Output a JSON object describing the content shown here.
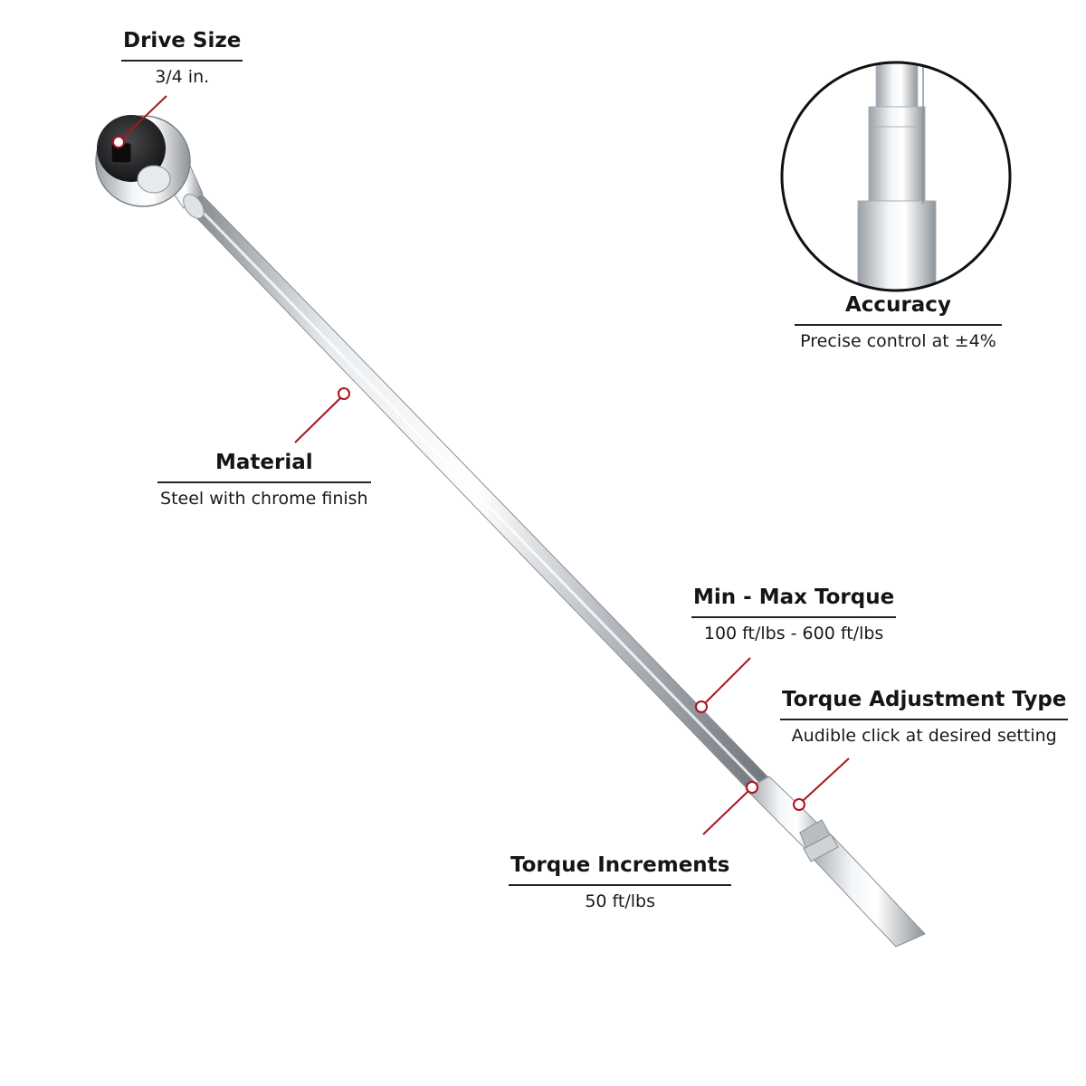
{
  "callouts": {
    "drive_size": {
      "title": "Drive Size",
      "desc": "3/4 in."
    },
    "accuracy": {
      "title": "Accuracy",
      "desc": "Precise control at ±4%"
    },
    "material": {
      "title": "Material",
      "desc": "Steel with chrome finish"
    },
    "min_max_torque": {
      "title": "Min - Max Torque",
      "desc": "100 ft/lbs - 600 ft/lbs"
    },
    "adjustment_type": {
      "title": "Torque Adjustment Type",
      "desc": "Audible click at desired setting"
    },
    "increments": {
      "title": "Torque Increments",
      "desc": "50 ft/lbs"
    }
  },
  "colors": {
    "leader_line": "#a8141c",
    "chrome": "#c9ced4",
    "head": "#2a2a2c"
  }
}
